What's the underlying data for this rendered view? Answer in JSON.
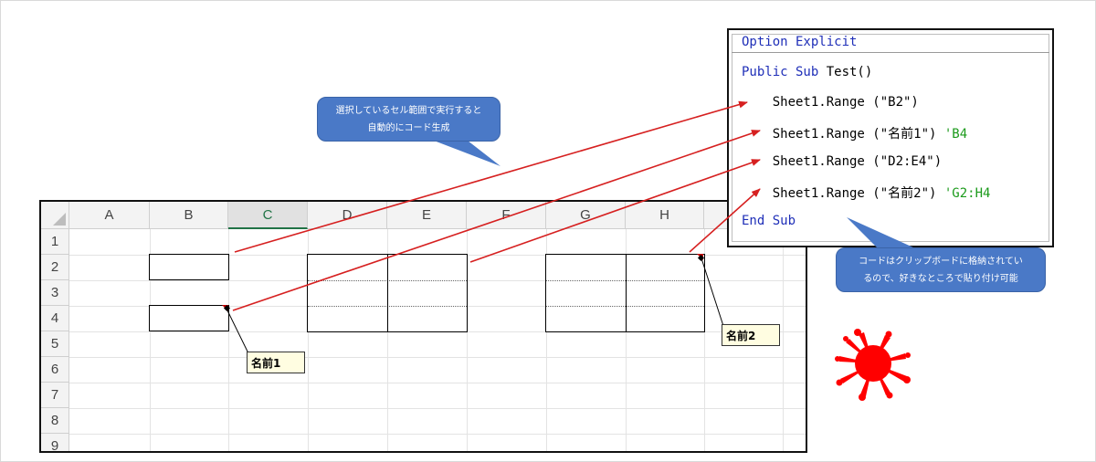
{
  "spreadsheet": {
    "columns": [
      "A",
      "B",
      "C",
      "D",
      "E",
      "F",
      "G",
      "H"
    ],
    "active_column": "C",
    "rows": [
      "1",
      "2",
      "3",
      "4",
      "5",
      "6",
      "7",
      "8",
      "9"
    ]
  },
  "code_window": {
    "lines": [
      {
        "kind": "keyword_line",
        "text": "Option Explicit"
      },
      {
        "kind": "mixed",
        "parts": [
          {
            "t": "Public Sub ",
            "kw": true
          },
          {
            "t": "Test()",
            "kw": false
          }
        ]
      },
      {
        "kind": "mixed",
        "parts": [
          {
            "t": "    Sheet1.Range (\"B2\")",
            "kw": false
          }
        ]
      },
      {
        "kind": "mixed",
        "parts": [
          {
            "t": "    Sheet1.Range (\"名前1\") ",
            "kw": false
          },
          {
            "t": "'B4",
            "cm": true
          }
        ]
      },
      {
        "kind": "mixed",
        "parts": [
          {
            "t": "    Sheet1.Range (\"D2:E4\")",
            "kw": false
          }
        ]
      },
      {
        "kind": "mixed",
        "parts": [
          {
            "t": "    Sheet1.Range (\"名前2\") ",
            "kw": false
          },
          {
            "t": "'G2:H4",
            "cm": true
          }
        ]
      },
      {
        "kind": "keyword_line",
        "text": "End Sub"
      }
    ]
  },
  "callouts": {
    "selection": {
      "line1": "選択しているセル範囲で実行すると",
      "line2": "自動的にコード生成"
    },
    "clipboard": {
      "line1": "コードはクリップボードに格納されてい",
      "line2": "るので、好きなところで貼り付け可能"
    }
  },
  "name_labels": {
    "name1": "名前1",
    "name2": "名前2"
  },
  "colors": {
    "arrow": "#d62020",
    "splat": "#ff0000",
    "callout": "#4a79c7",
    "keyword": "#1f2fb8",
    "comment": "#1b9a1b",
    "active_col": "#217346"
  }
}
